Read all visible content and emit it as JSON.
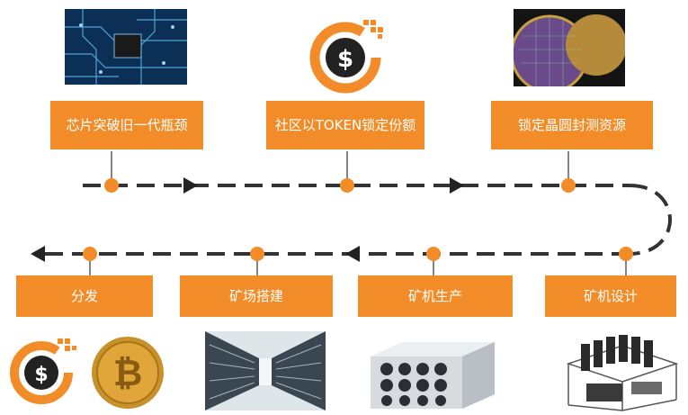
{
  "steps_top": [
    {
      "label": "芯片突破旧一代瓶颈"
    },
    {
      "label": "社区以TOKEN锁定份额"
    },
    {
      "label": "锁定晶圆封测资源"
    }
  ],
  "steps_bottom": [
    {
      "label": "矿机设计"
    },
    {
      "label": "矿机生产"
    },
    {
      "label": "矿场搭建"
    },
    {
      "label": "分发"
    }
  ],
  "logo_mark": "$",
  "coin_mark": "₿",
  "colors": {
    "accent": "#f28c28",
    "dash": "#333333"
  }
}
